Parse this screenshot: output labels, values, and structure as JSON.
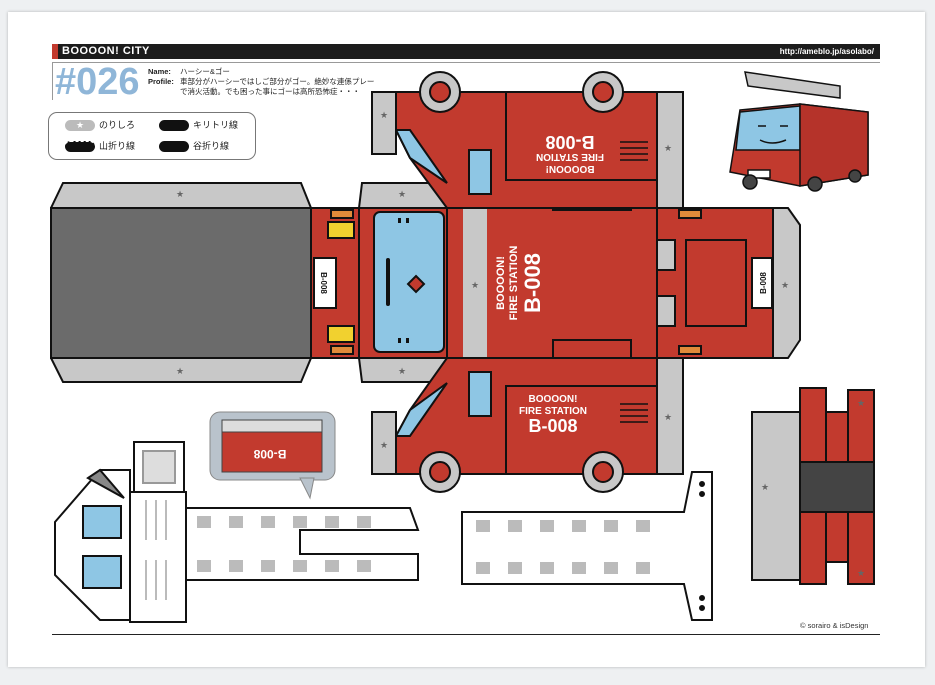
{
  "header": {
    "brand": "BOOOON! CITY",
    "url": "http://ameblo.jp/asolabo/"
  },
  "model": {
    "number": "#026",
    "name_label": "Name:",
    "name_value": "ハーシー&ゴー",
    "profile_label": "Profile:",
    "profile_line1": "車部分がハーシーではしご部分がゴー。絶妙な連係プレー",
    "profile_line2": "で消火活動。でも困った事にゴーは高所恐怖症・・・"
  },
  "legend": {
    "glue": "のりしろ",
    "cut": "キリトリ線",
    "mountain": "山折り線",
    "valley": "谷折り線"
  },
  "truck_text": {
    "brand": "BOOOON!",
    "station": "FIRE STATION",
    "code": "B-008"
  },
  "plate": "B-008",
  "credit": "© sorairo & isDesign",
  "colors": {
    "red": "#c23a2e",
    "grey": "#6b6b6b",
    "light_grey": "#c8c8c8",
    "window_blue": "#8ec6e4",
    "yellow": "#f1d12f",
    "orange": "#e08b3a"
  }
}
